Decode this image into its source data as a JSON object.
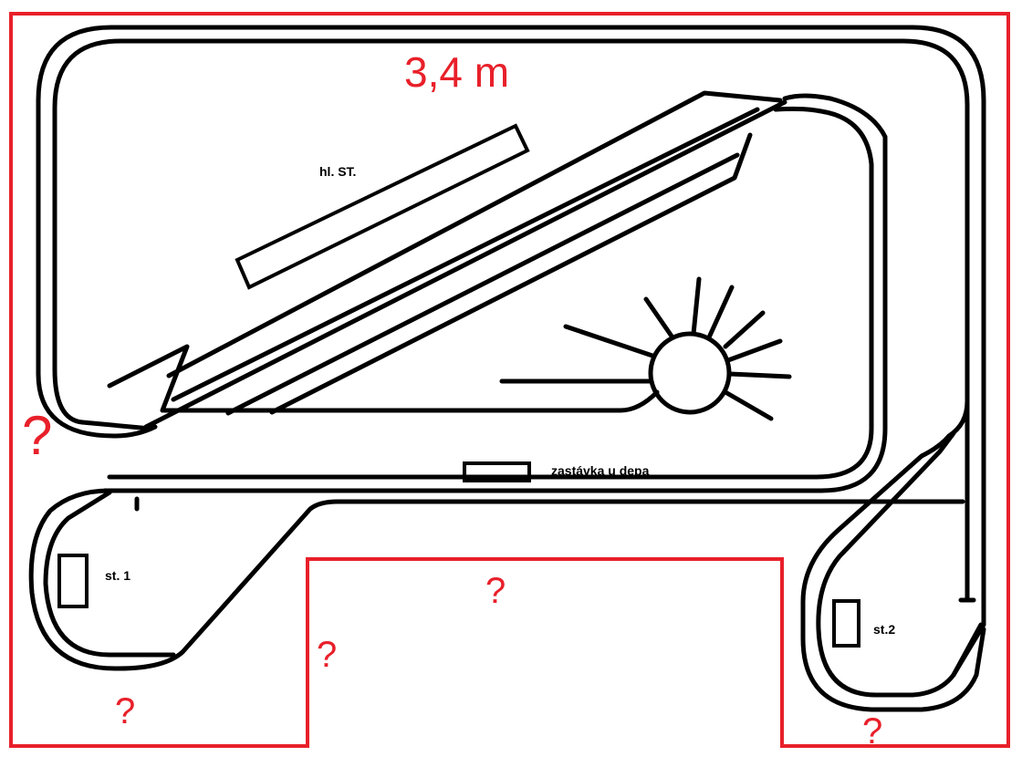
{
  "dimension_label": "3,4 m",
  "labels": {
    "main_station": "hl. ST.",
    "depot_stop": "zastávka u depa",
    "station_1": "st. 1",
    "station_2": "st.2"
  },
  "unknown_marks": [
    "?",
    "?",
    "?",
    "?",
    "?"
  ],
  "colors": {
    "track": "#000000",
    "boundary": "#e8202a"
  }
}
